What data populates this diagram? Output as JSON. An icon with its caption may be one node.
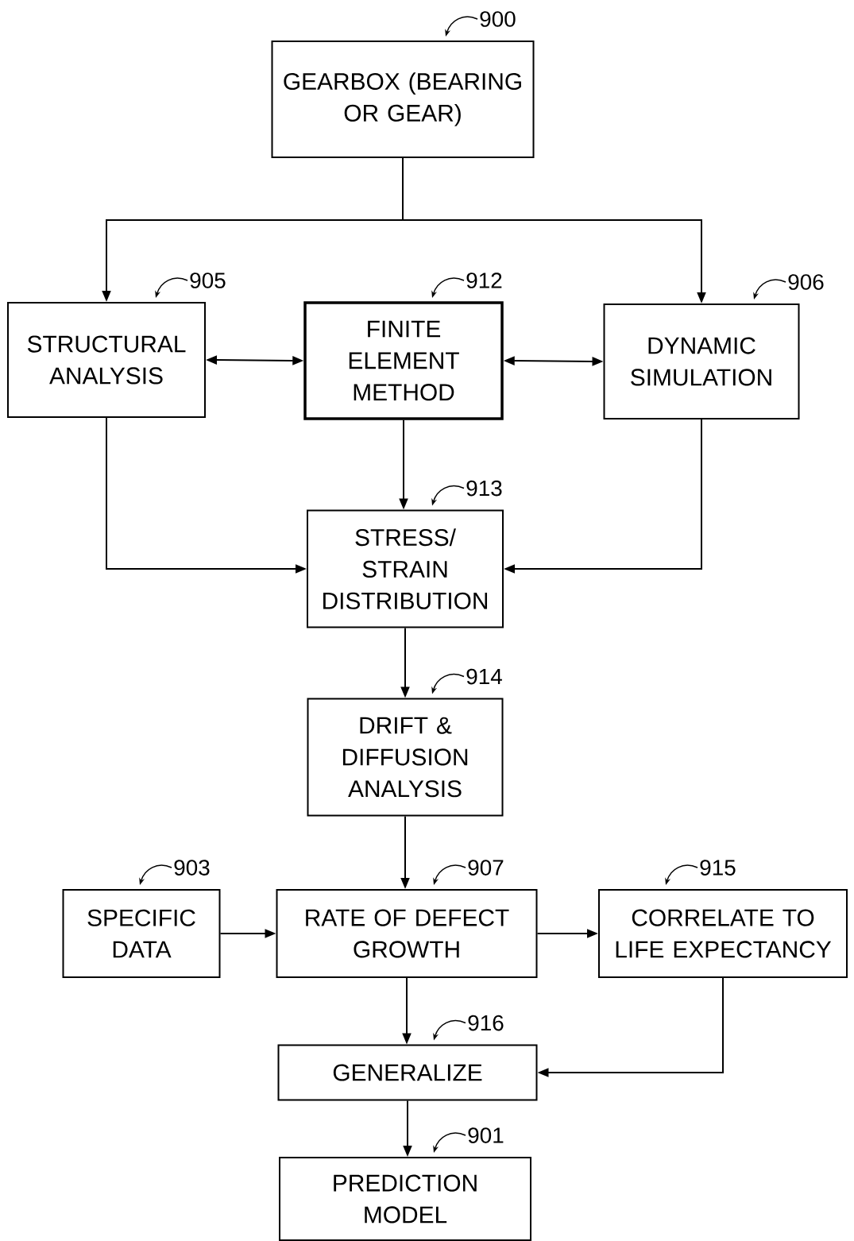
{
  "diagram": {
    "nodes": [
      {
        "text": [
          "GEARBOX (BEARING OR GEAR)"
        ],
        "beside": [
          "900"
        ]
      },
      {
        "text": [
          "STRUCTURAL ANALYSIS"
        ],
        "beside": [
          "905"
        ]
      },
      {
        "text": [
          "FINITE ELEMENT METHOD"
        ],
        "beside": [
          "912"
        ]
      },
      {
        "text": [
          "DYNAMIC SIMULATION"
        ],
        "beside": [
          "906"
        ]
      },
      {
        "text": [
          "STRESS/ STRAIN DISTRIBUTION"
        ],
        "beside": [
          "913"
        ]
      },
      {
        "text": [
          "DRIFT & DIFFUSION ANALYSIS"
        ],
        "beside": [
          "914"
        ]
      },
      {
        "text": [
          "SPECIFIC DATA"
        ],
        "beside": [
          "903"
        ]
      },
      {
        "text": [
          "RATE OF DEFECT GROWTH"
        ],
        "beside": [
          "907"
        ]
      },
      {
        "text": [
          "CORRELATE TO LIFE EXPECTANCY"
        ],
        "beside": [
          "915"
        ]
      },
      {
        "text": [
          "GENERALIZE"
        ],
        "beside": [
          "916"
        ]
      },
      {
        "text": [
          "PREDICTION MODEL"
        ],
        "beside": [
          "901"
        ]
      }
    ],
    "edges": [
      {
        "from": 0,
        "to": 1,
        "arrow": "to"
      },
      {
        "from": 0,
        "to": 3,
        "arrow": "to"
      },
      {
        "from": 1,
        "to": 2,
        "arrow": "both"
      },
      {
        "from": 2,
        "to": 3,
        "arrow": "both"
      },
      {
        "from": 2,
        "to": 4,
        "arrow": "to"
      },
      {
        "from": 1,
        "to": 4,
        "arrow": "to"
      },
      {
        "from": 3,
        "to": 4,
        "arrow": "to"
      },
      {
        "from": 4,
        "to": 5,
        "arrow": "to"
      },
      {
        "from": 5,
        "to": 7,
        "arrow": "to"
      },
      {
        "from": 6,
        "to": 7,
        "arrow": "to"
      },
      {
        "from": 7,
        "to": 8,
        "arrow": "to"
      },
      {
        "from": 7,
        "to": 9,
        "arrow": "to"
      },
      {
        "from": 8,
        "to": 9,
        "arrow": "to"
      },
      {
        "from": 9,
        "to": 10,
        "arrow": "to"
      }
    ]
  }
}
